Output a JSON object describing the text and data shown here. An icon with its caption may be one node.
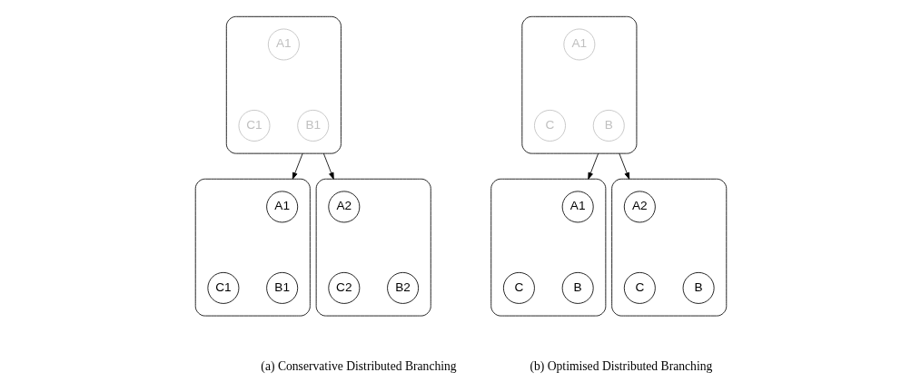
{
  "diagram": {
    "nodes": [
      {
        "text": [],
        "shape": "box"
      },
      {
        "text": [
          "A1"
        ],
        "in": 0
      },
      {
        "text": [
          "C1"
        ],
        "in": 0
      },
      {
        "text": [
          "B1"
        ],
        "in": 0
      },
      {
        "text": [],
        "shape": "box"
      },
      {
        "text": [
          "A1"
        ],
        "in": 4
      },
      {
        "text": [
          "C"
        ],
        "in": 4
      },
      {
        "text": [
          "B"
        ],
        "in": 4
      },
      {
        "text": [],
        "shape": "box"
      },
      {
        "text": [
          "A1"
        ],
        "in": 8
      },
      {
        "text": [
          "C1"
        ],
        "in": 8
      },
      {
        "text": [
          "B1"
        ],
        "in": 8
      },
      {
        "text": [],
        "shape": "box"
      },
      {
        "text": [
          "A2"
        ],
        "in": 12
      },
      {
        "text": [
          "C2"
        ],
        "in": 12
      },
      {
        "text": [
          "B2"
        ],
        "in": 12
      },
      {
        "text": [],
        "shape": "box"
      },
      {
        "text": [
          "A1"
        ],
        "in": 16
      },
      {
        "text": [
          "C"
        ],
        "in": 16
      },
      {
        "text": [
          "B"
        ],
        "in": 16
      },
      {
        "text": [],
        "shape": "box"
      },
      {
        "text": [
          "A2"
        ],
        "in": 20
      },
      {
        "text": [
          "C"
        ],
        "in": 20
      },
      {
        "text": [
          "B"
        ],
        "in": 20
      }
    ],
    "edges": [
      {
        "from": 0,
        "to": 8,
        "arrow": "to"
      },
      {
        "from": 0,
        "to": 12,
        "arrow": "to"
      },
      {
        "from": 4,
        "to": 16,
        "arrow": "to"
      },
      {
        "from": 4,
        "to": 20,
        "arrow": "to"
      }
    ],
    "labels": [
      "(a) Conservative Distributed Branching",
      "(b) Optimised Distributed Branching"
    ]
  }
}
